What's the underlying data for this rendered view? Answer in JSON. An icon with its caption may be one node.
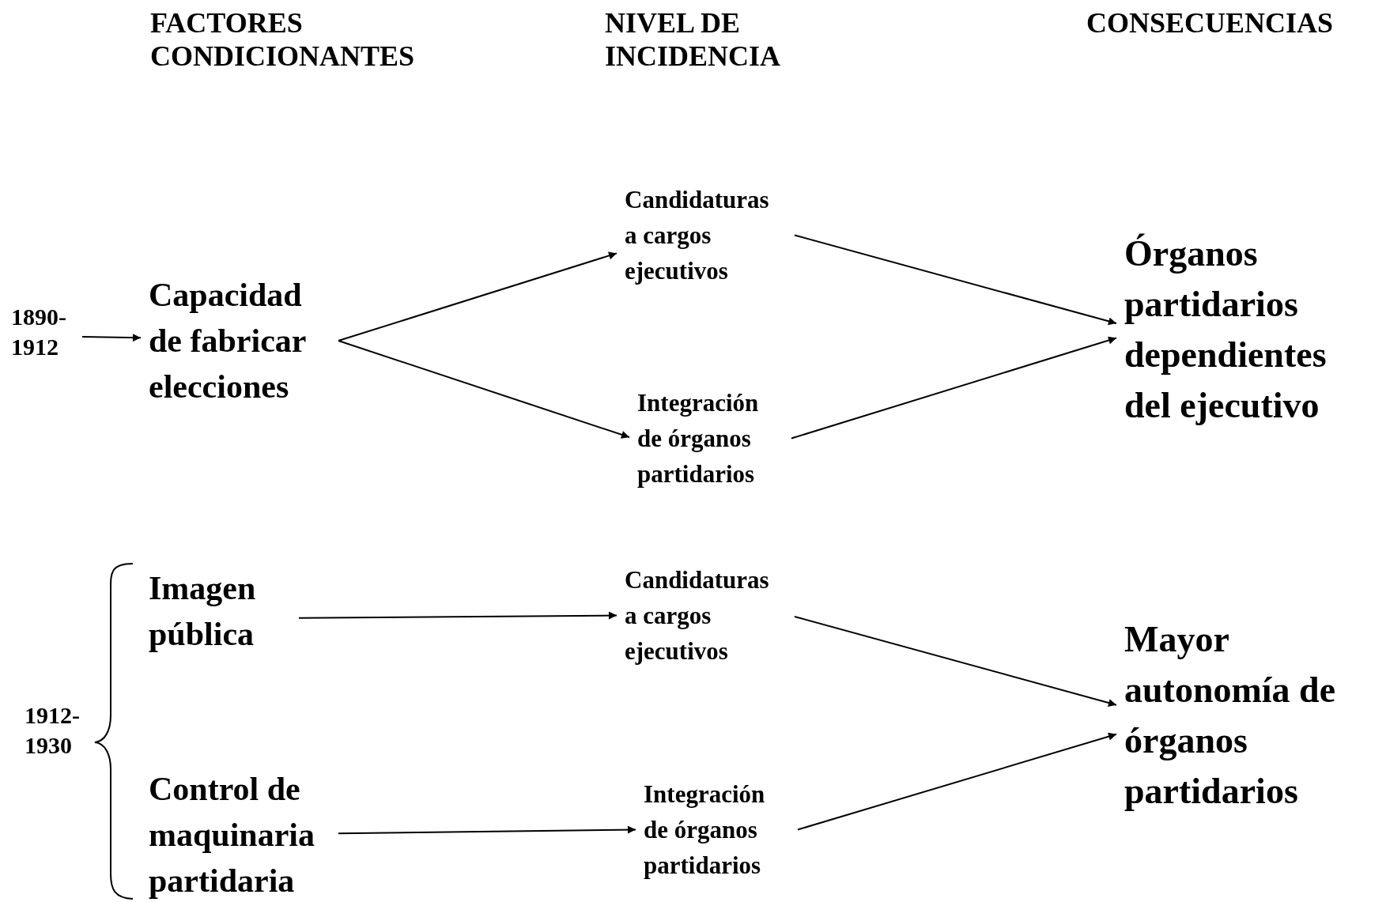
{
  "diagram": {
    "nodes": [
      {
        "text": [
          "1890- 1912"
        ]
      },
      {
        "text": [
          "Capacidad de fabricar elecciones"
        ]
      },
      {
        "text": [
          "Candidaturas a cargos ejecutivos"
        ]
      },
      {
        "text": [
          "Integración de órganos partidarios"
        ]
      },
      {
        "text": [
          "Órganos partidarios dependientes del ejecutivo"
        ]
      },
      {
        "text": [
          "1912- 1930"
        ]
      },
      {
        "text": [
          "Imagen pública"
        ]
      },
      {
        "text": [
          "Control de maquinaria partidaria"
        ]
      },
      {
        "text": [
          "Candidaturas a cargos ejecutivos"
        ]
      },
      {
        "text": [
          "Integración de órganos partidarios"
        ]
      },
      {
        "text": [
          "Mayor autonomía de órganos partidarios"
        ]
      }
    ],
    "edges": [
      {
        "from": 0,
        "to": 1,
        "arrow": "to"
      },
      {
        "from": 1,
        "to": 2,
        "arrow": "to"
      },
      {
        "from": 1,
        "to": 3,
        "arrow": "to"
      },
      {
        "from": 2,
        "to": 4,
        "arrow": "to"
      },
      {
        "from": 3,
        "to": 4,
        "arrow": "to"
      },
      {
        "from": 6,
        "to": 8,
        "arrow": "to"
      },
      {
        "from": 7,
        "to": 9,
        "arrow": "to"
      },
      {
        "from": 8,
        "to": 10,
        "arrow": "to"
      },
      {
        "from": 9,
        "to": 10,
        "arrow": "to"
      }
    ],
    "labels": [
      "FACTORES CONDICIONANTES",
      "NIVEL DE INCIDENCIA",
      "CONSECUENCIAS"
    ]
  }
}
